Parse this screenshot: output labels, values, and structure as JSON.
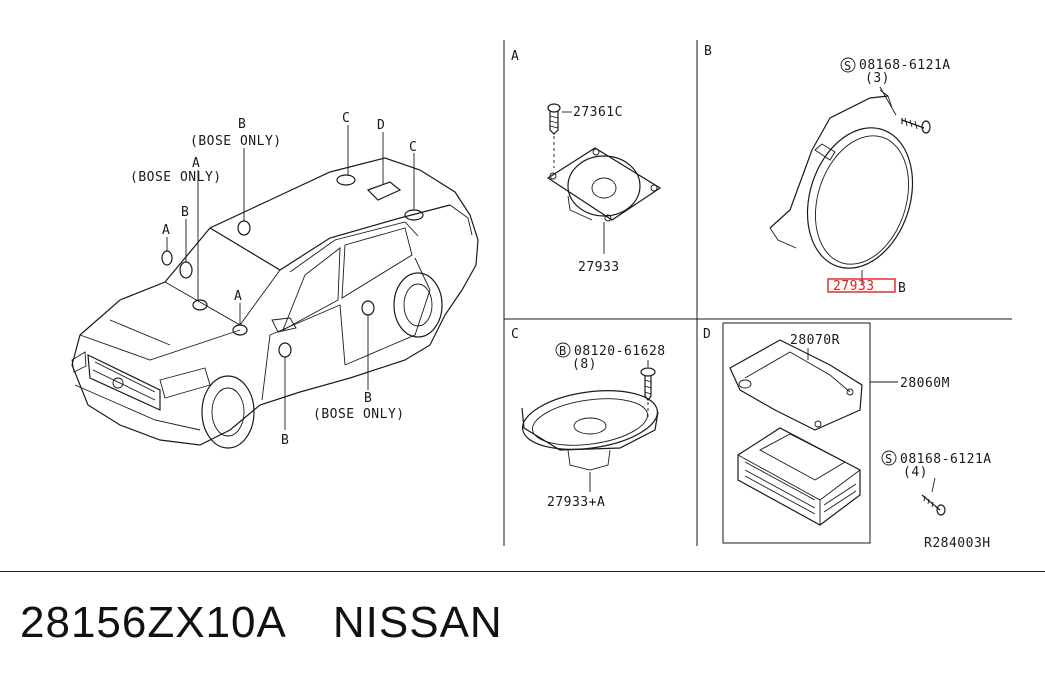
{
  "diagram": {
    "car_labels": {
      "bose_only_1": "(BOSE ONLY)",
      "bose_only_2": "(BOSE ONLY)",
      "bose_only_3": "(BOSE ONLY)",
      "a1": "A",
      "a2": "A",
      "a3": "A",
      "b1": "B",
      "b2": "B",
      "b3": "B",
      "b4": "B",
      "c1": "C",
      "c2": "C",
      "d1": "D"
    },
    "panel_a": {
      "letter": "A",
      "screw": "27361C",
      "part": "27933"
    },
    "panel_b": {
      "letter": "B",
      "bolt": "08168-6121A",
      "bolt_qty": "(3)",
      "part": "27933",
      "part_suffix": "B",
      "bolt_prefix": "S"
    },
    "panel_c": {
      "letter": "C",
      "bolt": "08120-61628",
      "bolt_qty": "(8)",
      "part": "27933+A",
      "bolt_prefix": "B"
    },
    "panel_d": {
      "letter": "D",
      "bracket": "28070R",
      "amp": "28060M",
      "bolt": "08168-6121A",
      "bolt_qty": "(4)",
      "bolt_prefix": "S"
    },
    "ref_code": "R284003H"
  },
  "footer": {
    "part_number": "28156ZX10A",
    "brand": "NISSAN"
  },
  "colors": {
    "highlight": "#e02020",
    "ink": "#1a1a1a"
  }
}
